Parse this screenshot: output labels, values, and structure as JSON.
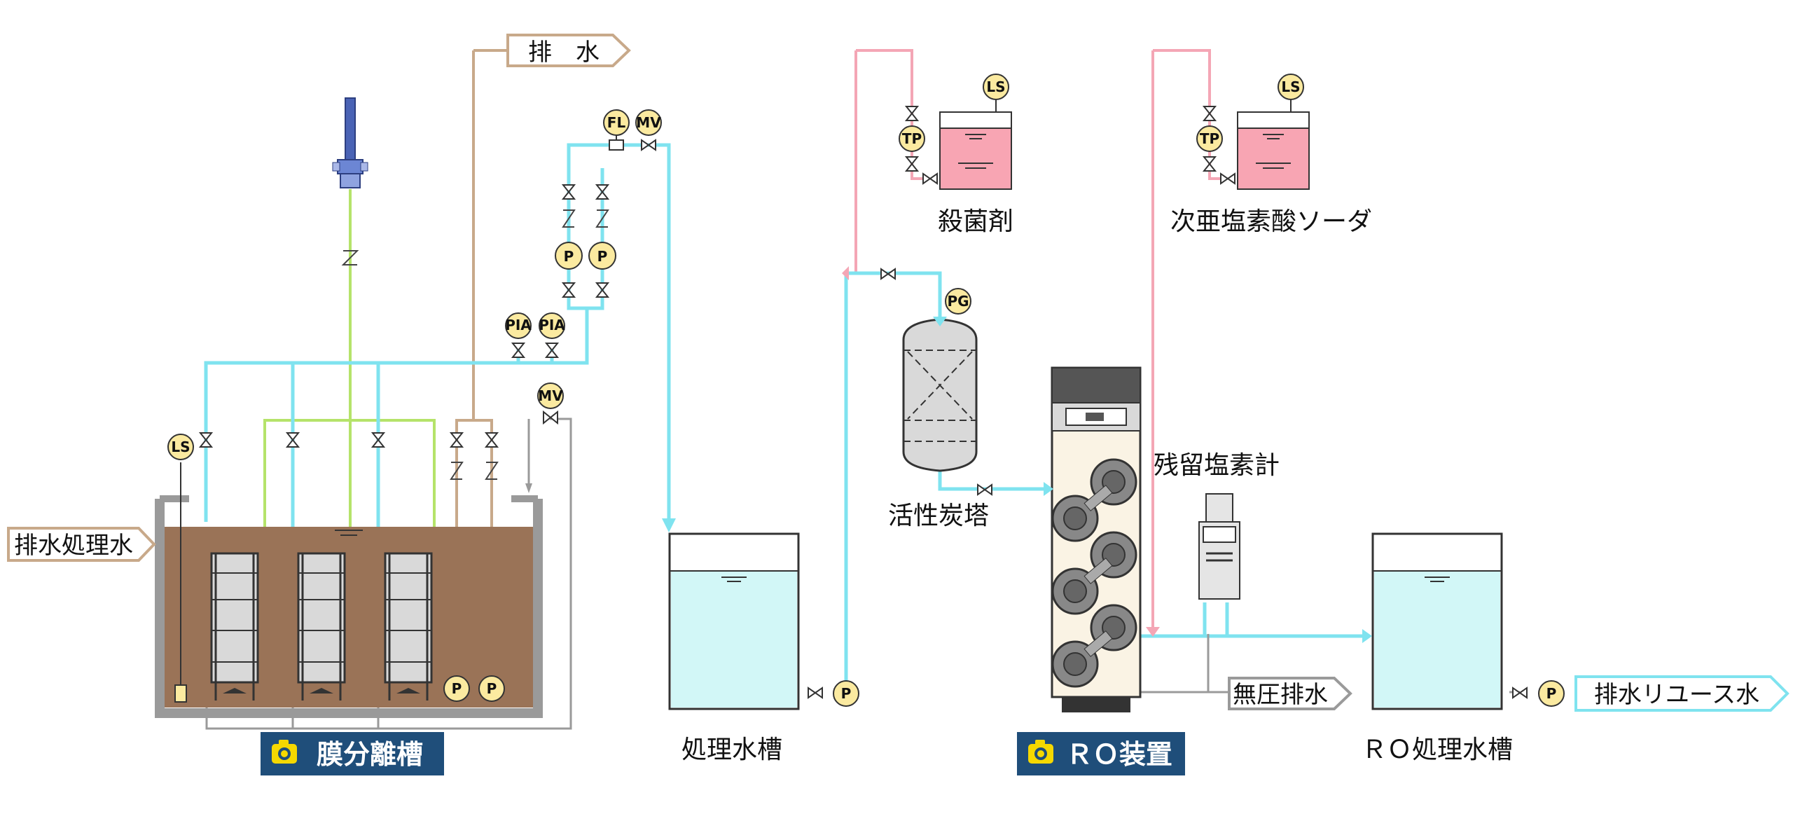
{
  "colors": {
    "water_line": "#7fe3ef",
    "chem_line": "#f4a6b5",
    "air_line": "#b5e36a",
    "drain_line": "#c8a98a",
    "gray_line": "#9a9a9a",
    "sludge": "#9a7357",
    "clear_water": "#d2f7f7",
    "chem_liquid": "#f8a5b3",
    "instrument_fill": "#fbeaa0",
    "button_bg": "#1f4e7a"
  },
  "labels": {
    "drain": "排　水",
    "wastewater_in": "排水処理水",
    "membrane_tank_button": "膜分離槽",
    "treated_tank": "処理水槽",
    "sterilizer": "殺菌剤",
    "hypochlorite": "次亜塩素酸ソーダ",
    "carbon_tower": "活性炭塔",
    "chlorine_meter": "残留塩素計",
    "unpressurized_drain": "無圧排水",
    "ro_button": "ＲＯ装置",
    "ro_treated_tank": "ＲＯ処理水槽",
    "reuse_water": "排水リユース水"
  },
  "instruments": {
    "ls": "LS",
    "fl": "FL",
    "mv": "MV",
    "p": "P",
    "pia": "PIA",
    "tp": "TP",
    "pg": "PG"
  },
  "icons": {
    "camera": "camera-icon"
  }
}
